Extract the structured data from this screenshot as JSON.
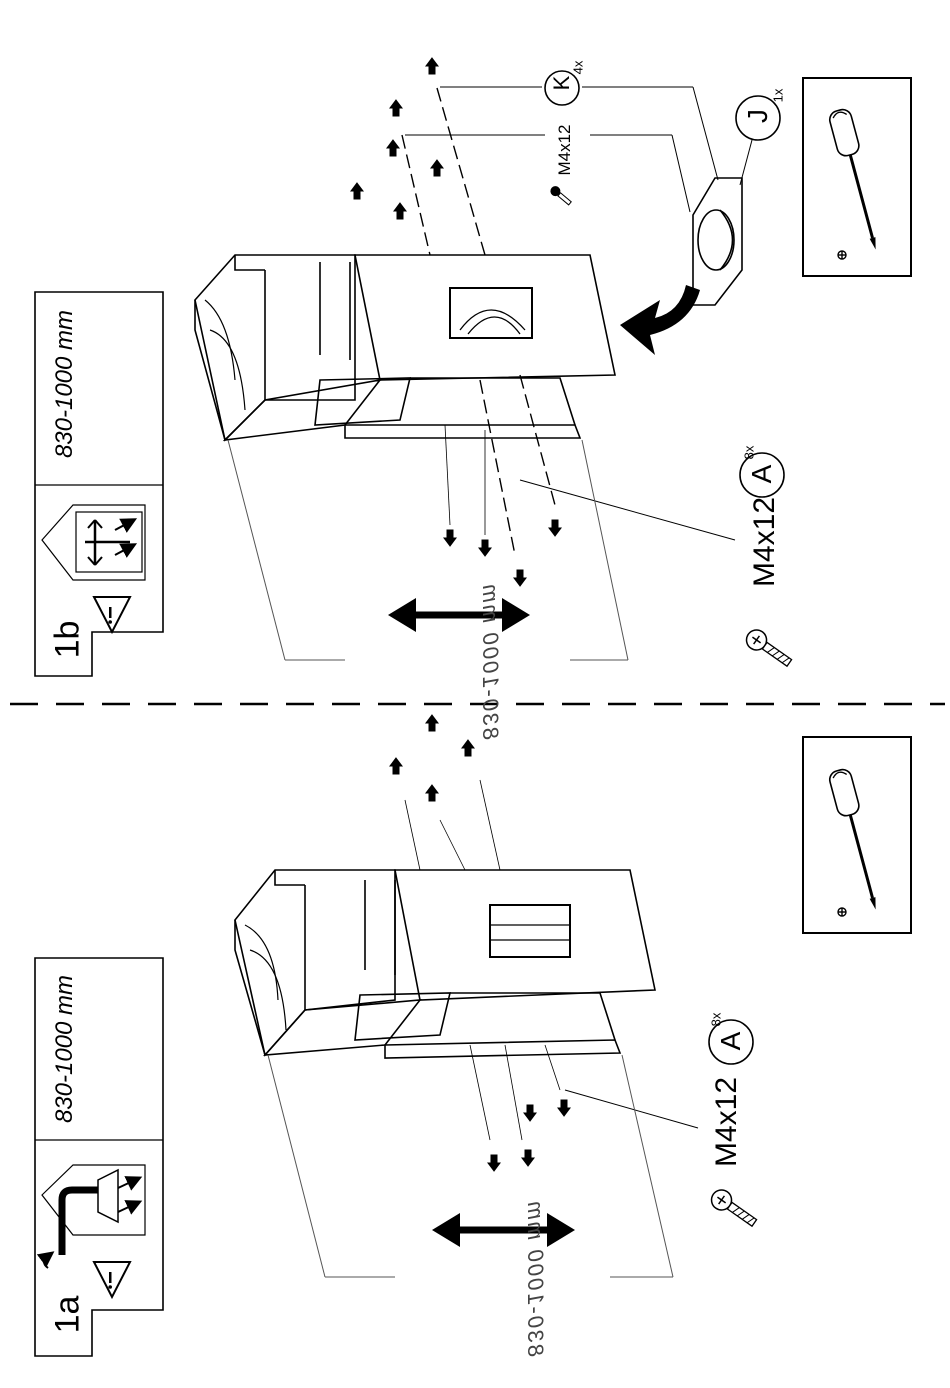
{
  "panel_1b": {
    "step": "1b",
    "range": "830-1000 mm",
    "dimension": "830-1000 mm",
    "screw_a": {
      "size": "M4x12",
      "letter": "A",
      "qty": "8x"
    },
    "screw_k": {
      "size": "M4x12",
      "letter": "K",
      "qty": "4x"
    },
    "part_j": {
      "letter": "J",
      "qty": "1x"
    }
  },
  "panel_1a": {
    "step": "1a",
    "range": "830-1000 mm",
    "dimension": "830-1000 mm",
    "screw_a": {
      "size": "M4x12",
      "letter": "A",
      "qty": "8x"
    }
  },
  "icons": [
    "warning-triangle-icon",
    "lift-two-person-icon",
    "lift-bend-icon",
    "screwdriver-icon",
    "screw-icon",
    "rotate-arrow-icon"
  ]
}
